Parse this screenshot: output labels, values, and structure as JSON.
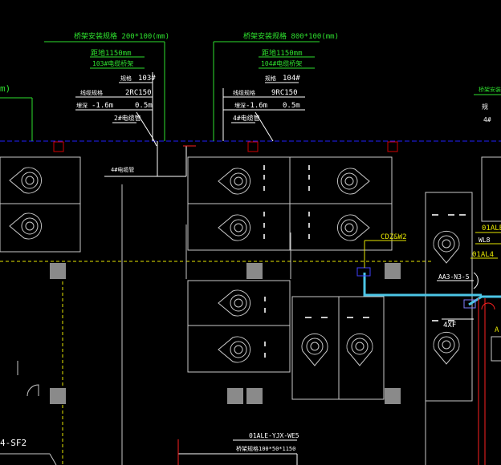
{
  "annotations": {
    "tray_left_title": "桥架安装规格 200*100(mm)",
    "tray_left_height": "距地1150mm",
    "tray_left_sub": "103#电缆桥架",
    "tray_left_box": "103#",
    "tray_left_cable": "2RC150",
    "tray_left_depth": "-1.6m",
    "tray_left_depth2": "0.5m",
    "tray_left_foot": "2#电缆管",
    "tray_right_title": "桥架安装规格 800*100(mm)",
    "tray_right_height": "距地1150mm",
    "tray_right_sub": "104#电缆桥架",
    "tray_right_box": "104#",
    "tray_right_cable": "9RC150",
    "tray_right_depth": "-1.6m",
    "tray_right_depth2": "0.5m",
    "tray_right_foot": "4#电缆管",
    "left_mid_label": "4#电缆管",
    "cut_left": "m)",
    "cut_right": "桥架安装"
  },
  "labels": {
    "cdz": "CDZ&W2",
    "wl8": "WL8",
    "o1ale1": "01ALE",
    "o1ale2": "01AL4",
    "aa3": "AA3-N3-5",
    "fourxf": "4XF",
    "bottom_code": "01ALE-YJX-WE5",
    "bottom_sub": "桥架规格100*50*1150",
    "sf2": "4-SF2"
  },
  "colors": {
    "background": "#000000",
    "annotation": "#2ee02e",
    "line": "#c8c8c8",
    "axis": "#2020ff",
    "marker": "#d00000",
    "cable": "#4cc6e6",
    "hatch": "#e6e600",
    "red_line": "#ff2020"
  }
}
